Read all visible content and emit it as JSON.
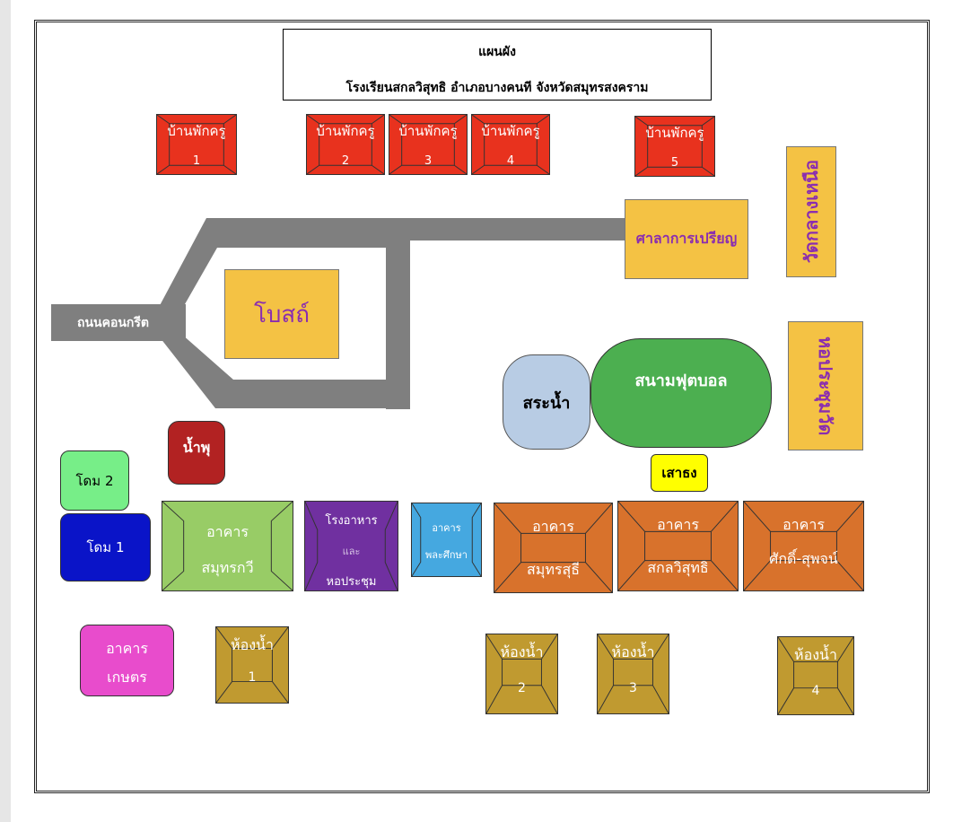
{
  "title": {
    "line1": "แผนผัง",
    "line2": "โรงเรียนสกลวิสุทธิ อำเภอบางคนที จังหวัดสมุทรสงคราม"
  },
  "teacher_houses": [
    {
      "label": "บ้านพักครู",
      "number": "1"
    },
    {
      "label": "บ้านพักครู",
      "number": "2"
    },
    {
      "label": "บ้านพักครู",
      "number": "3"
    },
    {
      "label": "บ้านพักครู",
      "number": "4"
    },
    {
      "label": "บ้านพักครู",
      "number": "5"
    }
  ],
  "road_label": "ถนนคอนกรีต",
  "chapel": "โบสถ์",
  "sala": "ศาลาการเปรียญ",
  "temple_north": "วัดกลางเหนือ",
  "meeting_hall": "หอประชุมวัด",
  "pool": "สระน้ำ",
  "football_field": "สนามฟุตบอล",
  "flagpole": "เสาธง",
  "fountain": "น้ำพุ",
  "dome2": "โดม 2",
  "dome1": "โดม 1",
  "buildings": {
    "samutkawi": {
      "line1": "อาคาร",
      "line2": "สมุทรกวี"
    },
    "canteen": {
      "line1": "โรงอาหาร",
      "line2": "และ",
      "line3": "หอประชุม"
    },
    "pe": {
      "line1": "อาคาร",
      "line2": "พละศึกษา"
    },
    "samutsuchi": {
      "line1": "อาคาร",
      "line2": "สมุทรสุธี"
    },
    "sakonwisut": {
      "line1": "อาคาร",
      "line2": "สกลวิสุทธิ"
    },
    "sak_suphot": {
      "line1": "อาคาร",
      "line2": "ศักดิ์-สุพจน์"
    },
    "agriculture": {
      "line1": "อาคาร",
      "line2": "เกษตร"
    }
  },
  "restrooms": [
    {
      "label": "ห้องน้ำ",
      "number": "1"
    },
    {
      "label": "ห้องน้ำ",
      "number": "2"
    },
    {
      "label": "ห้องน้ำ",
      "number": "3"
    },
    {
      "label": "ห้องน้ำ",
      "number": "4"
    }
  ],
  "colors": {
    "teacher_house": "#e8321e",
    "yellow": "#f4c244",
    "road": "#7f7f7f",
    "pool": "#b8cce4",
    "field": "#4caf50",
    "fountain": "#b22222",
    "dome2": "#77ee88",
    "dome1": "#0a14c8",
    "samutkawi": "#98cc66",
    "canteen": "#7030a0",
    "pe": "#45a8e0",
    "orange": "#d8722c",
    "agriculture": "#e84ccc",
    "restroom": "#c09a30",
    "flag": "#ffff00"
  }
}
